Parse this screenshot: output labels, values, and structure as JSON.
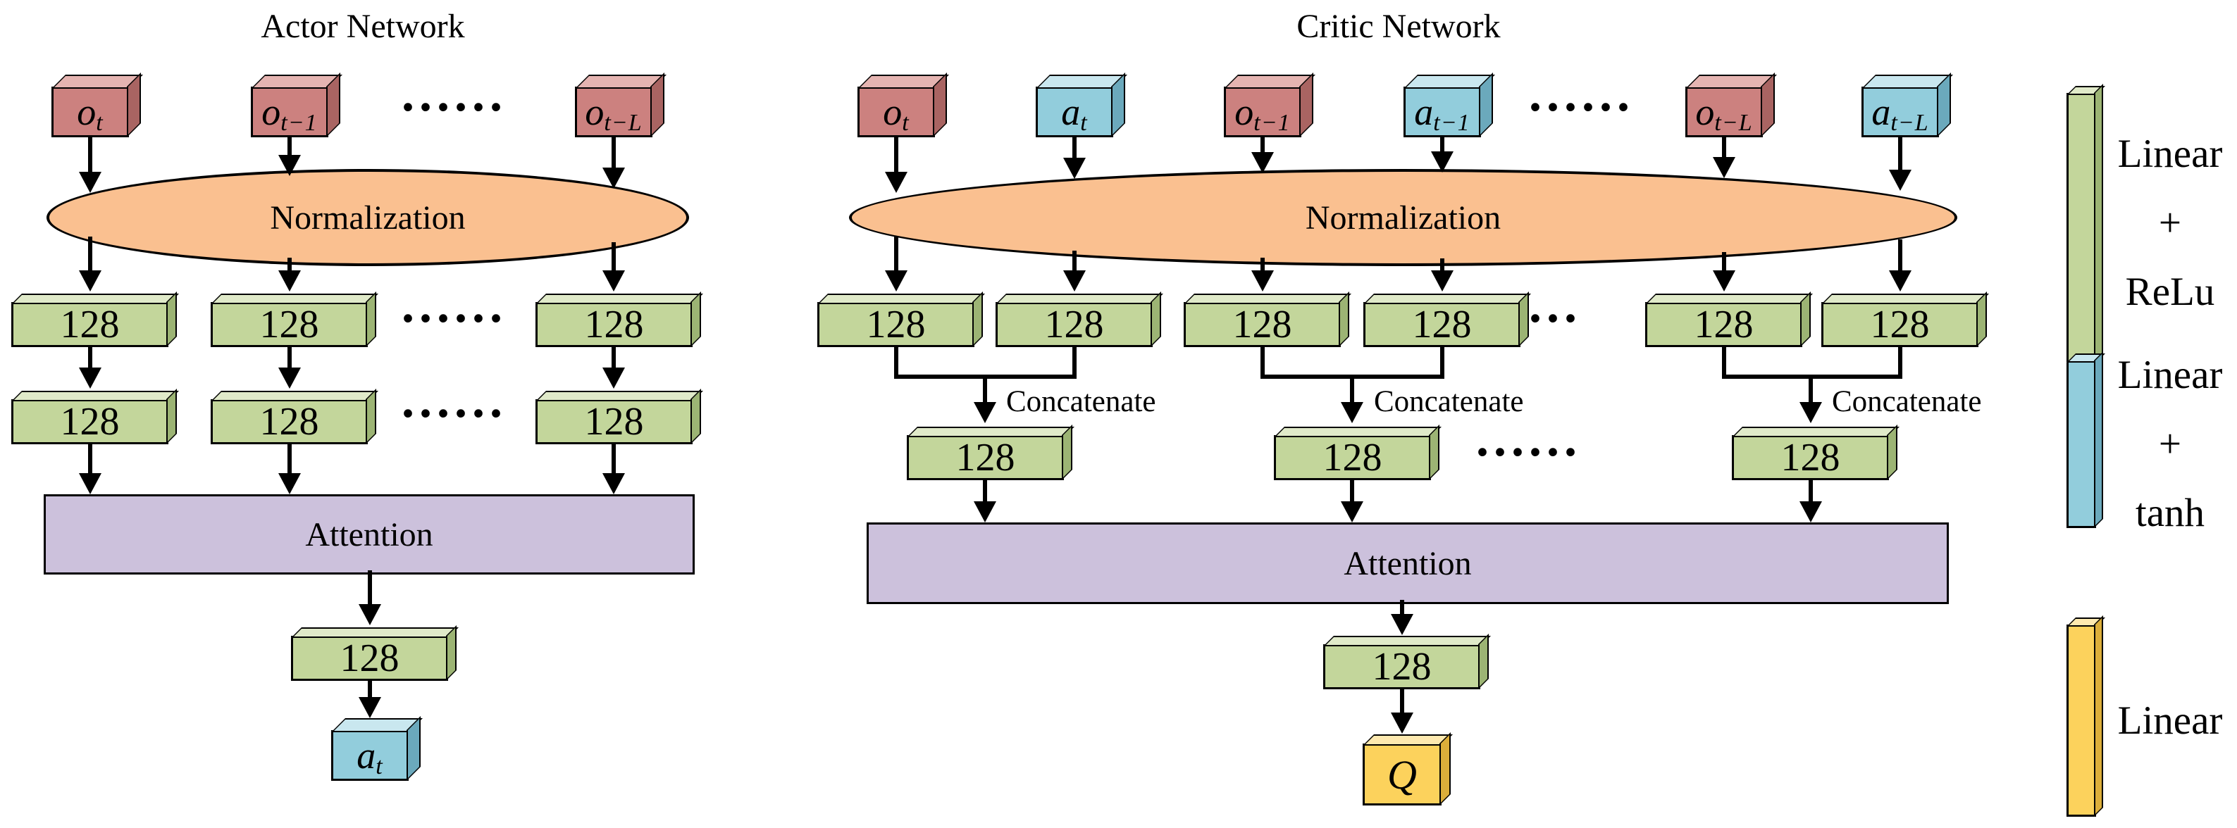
{
  "titles": {
    "actor": "Actor Network",
    "critic": "Critic Network"
  },
  "ellipsis": "......",
  "actor": {
    "inputs": [
      {
        "base": "o",
        "sub": "t"
      },
      {
        "base": "o",
        "sub": "t−1"
      },
      {
        "base": "o",
        "sub": "t−L"
      }
    ],
    "normalization": "Normalization",
    "layer1": [
      "128",
      "128",
      "128"
    ],
    "layer2": [
      "128",
      "128",
      "128"
    ],
    "attention": "Attention",
    "fc": "128",
    "output": {
      "base": "a",
      "sub": "t"
    }
  },
  "critic": {
    "inputs": [
      {
        "base": "o",
        "sub": "t"
      },
      {
        "base": "a",
        "sub": "t"
      },
      {
        "base": "o",
        "sub": "t−1"
      },
      {
        "base": "a",
        "sub": "t−1"
      },
      {
        "base": "o",
        "sub": "t−L"
      },
      {
        "base": "a",
        "sub": "t−L"
      }
    ],
    "normalization": "Normalization",
    "layer1": [
      "128",
      "128",
      "128",
      "128",
      "128",
      "128"
    ],
    "concatenate_labels": [
      "Concatenate",
      "Concatenate",
      "Concatenate"
    ],
    "concat_layer": [
      "128",
      "128",
      "128"
    ],
    "attention": "Attention",
    "fc": "128",
    "output": {
      "base": "Q",
      "sub": ""
    }
  },
  "legend": {
    "items": [
      {
        "swatch": "green-bar",
        "lines": [
          "Linear",
          "+",
          "ReLu"
        ]
      },
      {
        "swatch": "blue-bar",
        "lines": [
          "Linear",
          "+",
          "tanh"
        ]
      },
      {
        "swatch": "yellow-bar",
        "lines": [
          "Linear"
        ]
      }
    ]
  },
  "colors": {
    "observation_box": "#cc817f",
    "action_box": "#92cddc",
    "dense_box": "#c3d69b",
    "normalization_ellipse": "#fac090",
    "attention_box": "#ccc1dc",
    "q_box": "#fcd25c"
  }
}
